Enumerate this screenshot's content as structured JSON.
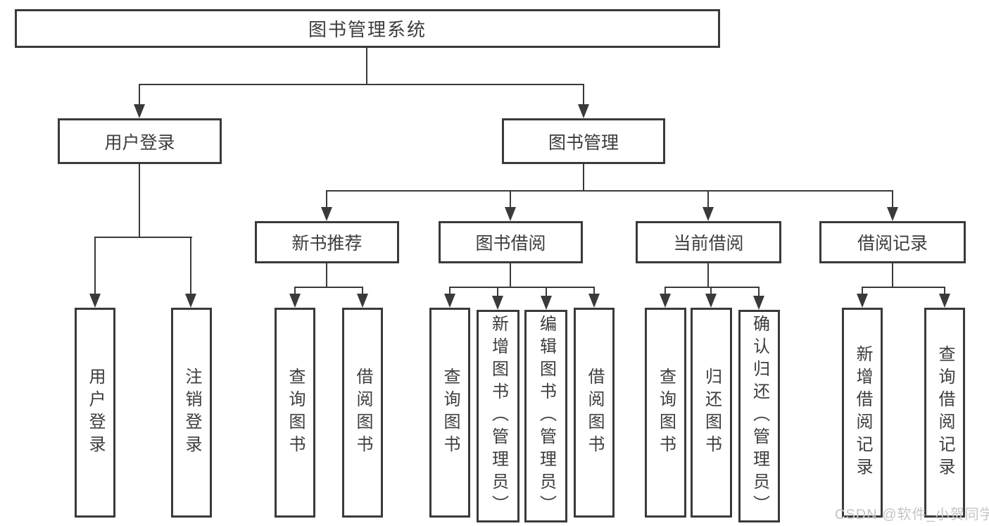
{
  "colors": {
    "line": "#3a3a3a",
    "text": "#3d3d3d",
    "watermark": "#c3c3cb",
    "background": "#ffffff"
  },
  "watermark": "CSDN @软件_小贺同学",
  "tree": {
    "label": "图书管理系统",
    "children": [
      {
        "label": "用户登录",
        "children": [
          {
            "label": "用户登录"
          },
          {
            "label": "注销登录"
          }
        ]
      },
      {
        "label": "图书管理",
        "children": [
          {
            "label": "新书推荐",
            "children": [
              {
                "label": "查询图书"
              },
              {
                "label": "借阅图书"
              }
            ]
          },
          {
            "label": "图书借阅",
            "children": [
              {
                "label": "查询图书"
              },
              {
                "label": "新增图书（管理员）"
              },
              {
                "label": "编辑图书（管理员）"
              },
              {
                "label": "借阅图书"
              }
            ]
          },
          {
            "label": "当前借阅",
            "children": [
              {
                "label": "查询图书"
              },
              {
                "label": "归还图书"
              },
              {
                "label": "确认归还（管理员）"
              }
            ]
          },
          {
            "label": "借阅记录",
            "children": [
              {
                "label": "新增借阅记录"
              },
              {
                "label": "查询借阅记录"
              }
            ]
          }
        ]
      }
    ]
  }
}
